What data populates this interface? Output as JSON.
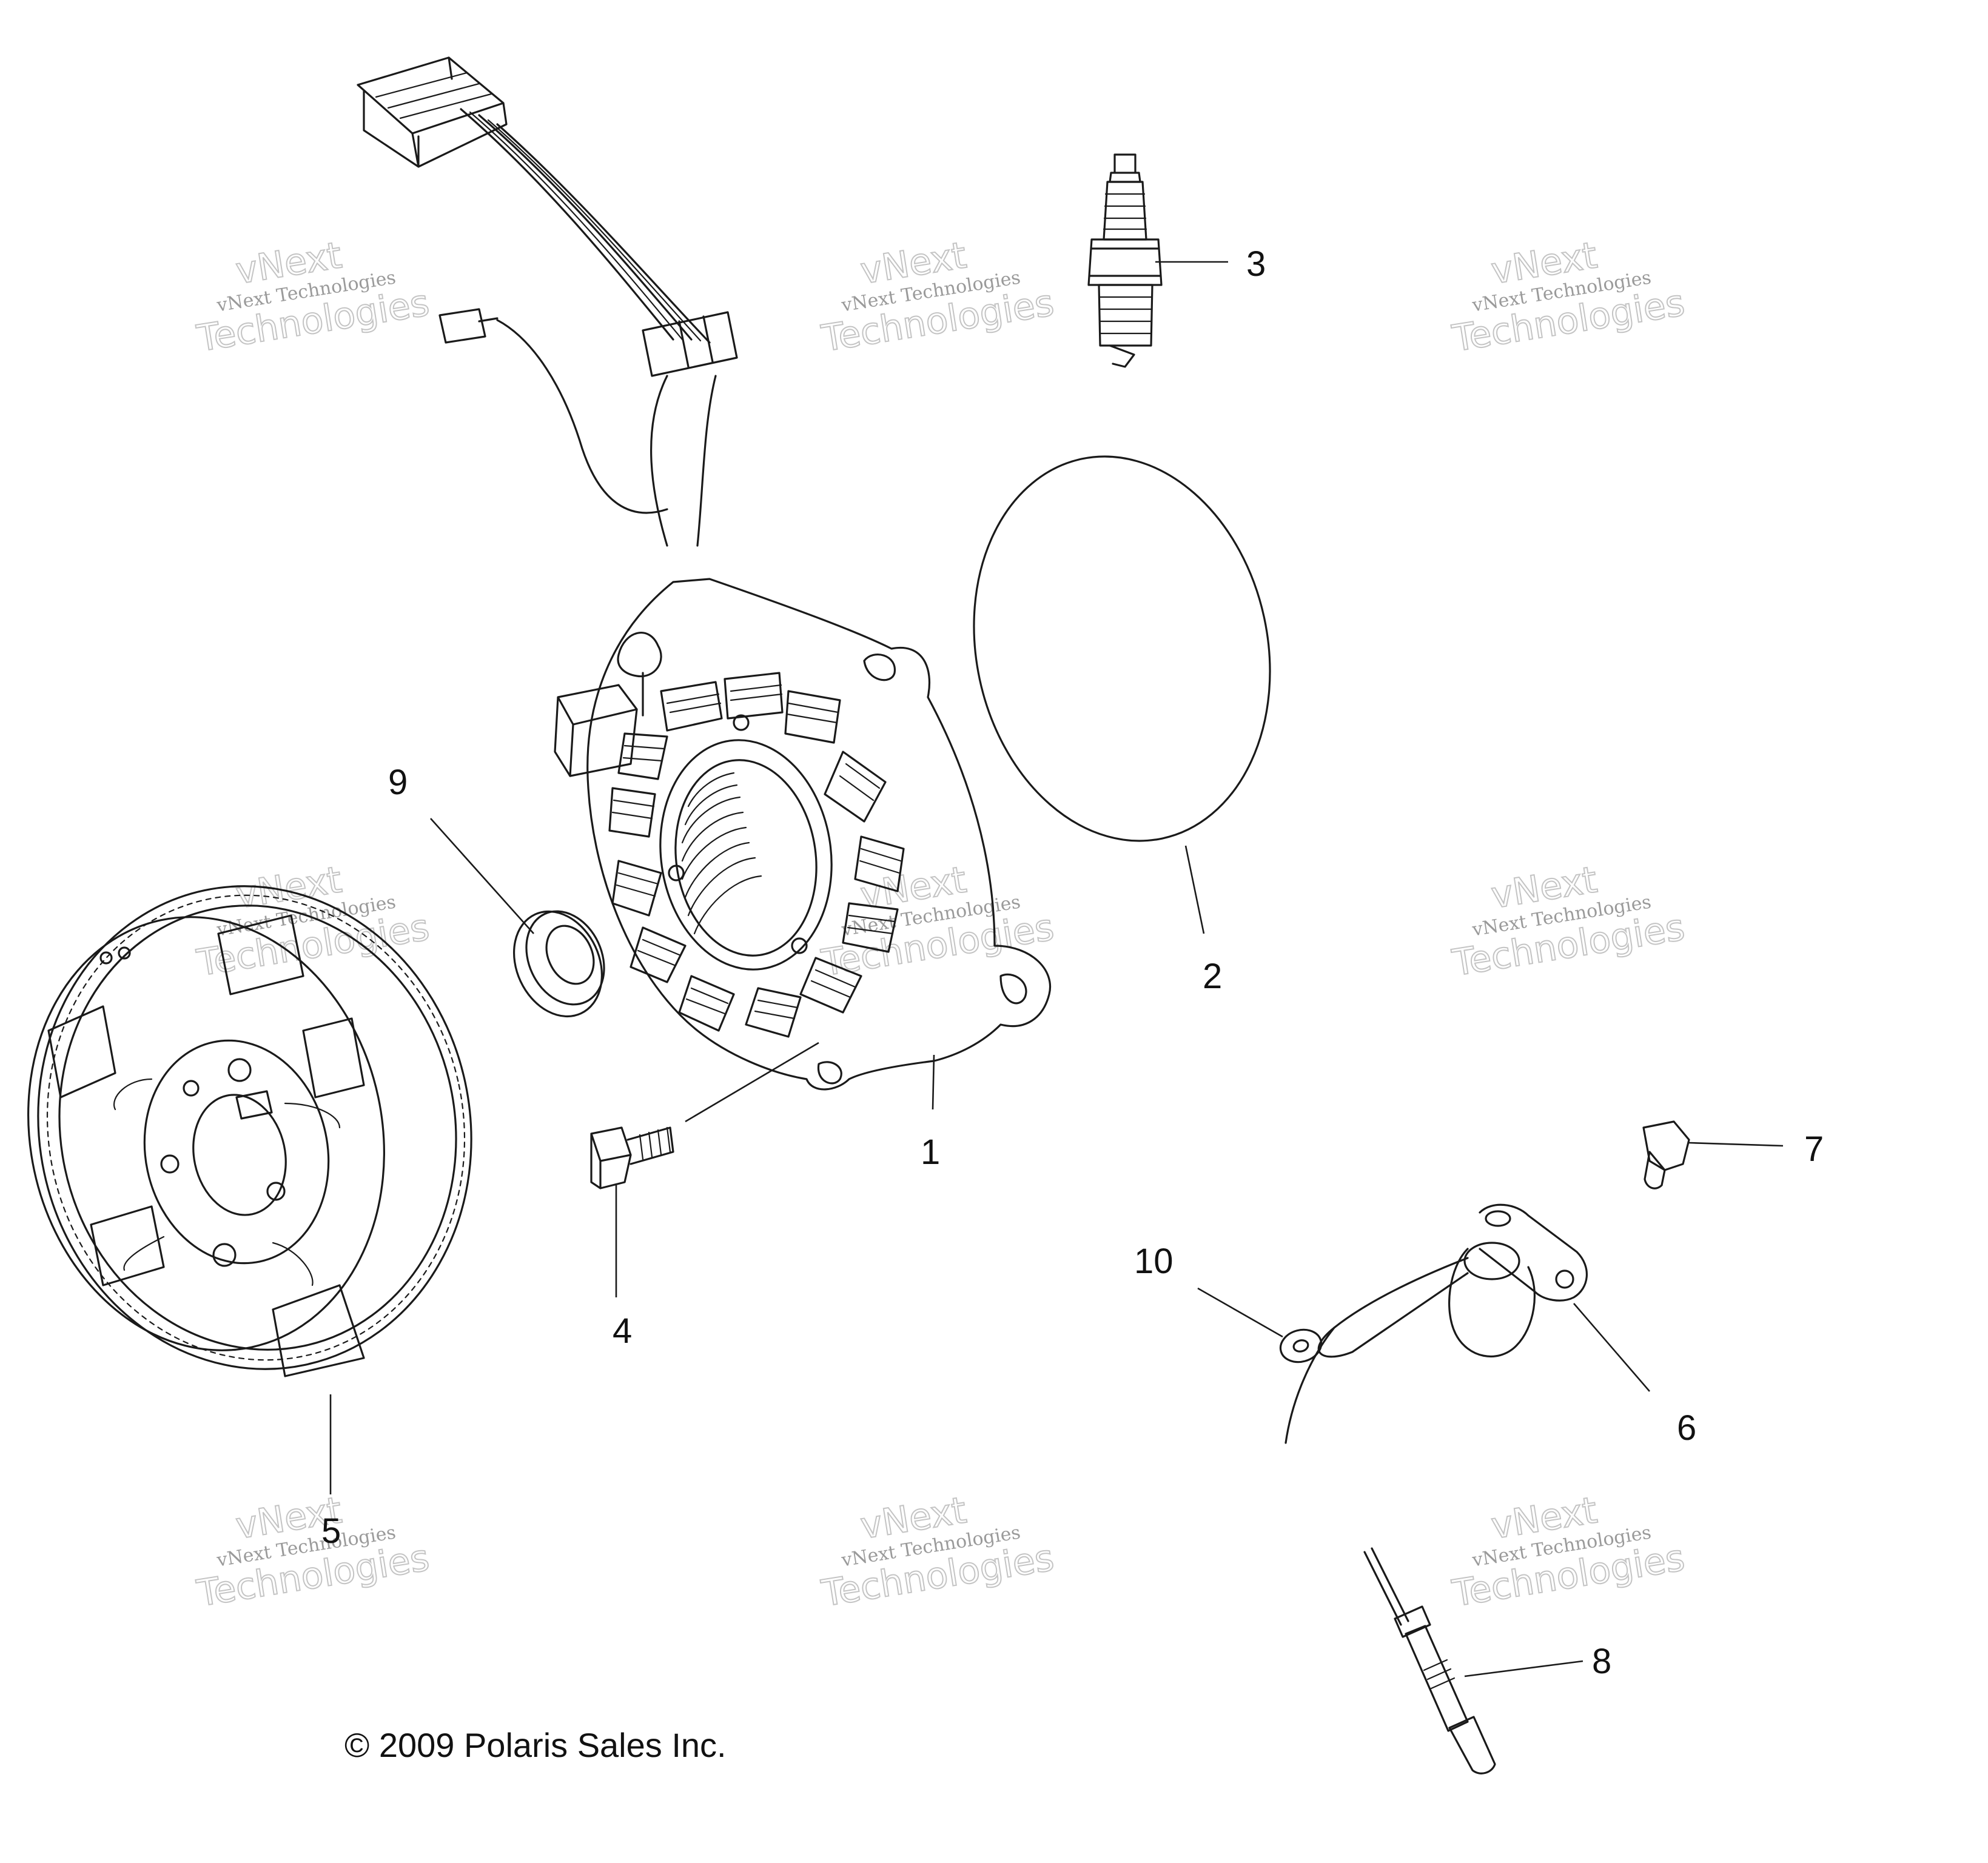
{
  "callouts": {
    "c1": "1",
    "c2": "2",
    "c3": "3",
    "c4": "4",
    "c5": "5",
    "c6": "6",
    "c7": "7",
    "c8": "8",
    "c9": "9",
    "c10": "10"
  },
  "copyright": "© 2009 Polaris Sales Inc.",
  "watermark": {
    "line_small": "vNext Technologies",
    "line_large_a": "vNext",
    "line_large_b": "Technologies"
  }
}
